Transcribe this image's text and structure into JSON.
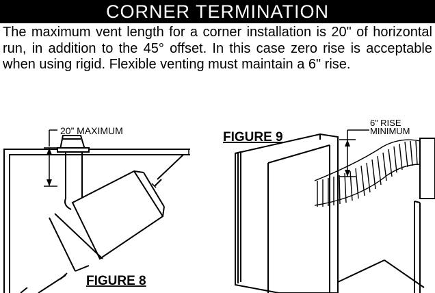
{
  "header": {
    "title": "CORNER TERMINATION"
  },
  "paragraph": "The maximum vent length for a corner installation is 20\" of horizontal run, in addition to the 45° offset. In this case zero rise is acceptable when using rigid. Flexible venting must maintain a 6\" rise.",
  "figure8": {
    "caption": "FIGURE 8",
    "dimension_label": "20” MAXIMUM"
  },
  "figure9": {
    "caption": "FIGURE 9",
    "dimension_label_line1": "6” RISE",
    "dimension_label_line2": "MINIMUM"
  }
}
